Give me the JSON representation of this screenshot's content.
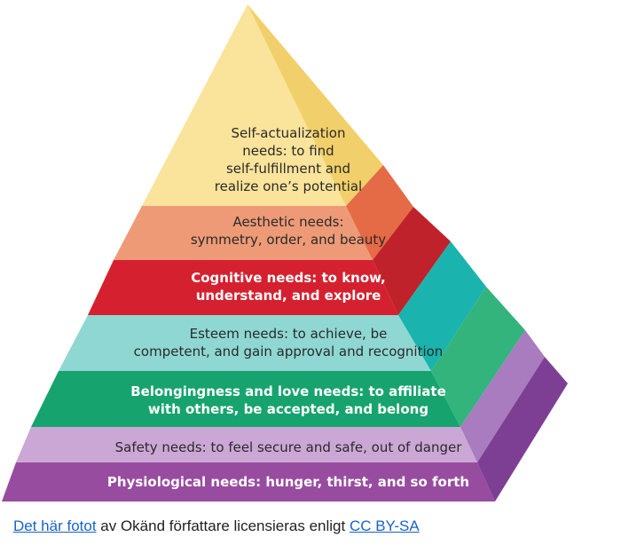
{
  "pyramid": {
    "levels": [
      {
        "lines": [
          "Self-actualization",
          "needs: to find",
          "self-fulfillment and",
          "realize one’s potential"
        ],
        "color": "#fae39a"
      },
      {
        "lines": [
          "Aesthetic needs:",
          "symmetry, order, and beauty"
        ],
        "color": "#ee9a77"
      },
      {
        "lines": [
          "Cognitive needs: to know,",
          "understand, and explore"
        ],
        "color": "#d5212f"
      },
      {
        "lines": [
          "Esteem needs: to achieve, be",
          "competent, and gain approval and recognition"
        ],
        "color": "#8fd7d2"
      },
      {
        "lines": [
          "Belongingness and love needs: to affiliate",
          "with others, be accepted, and belong"
        ],
        "color": "#17a36e"
      },
      {
        "lines": [
          "Safety needs: to feel secure and safe, out of danger"
        ],
        "color": "#cba7d6"
      },
      {
        "lines": [
          "Physiological needs: hunger, thirst, and so forth"
        ],
        "color": "#984ca0"
      }
    ]
  },
  "caption": {
    "link1": "Det här fotot",
    "middle": " av Okänd författare licensieras enligt ",
    "link2": "CC BY-SA"
  }
}
